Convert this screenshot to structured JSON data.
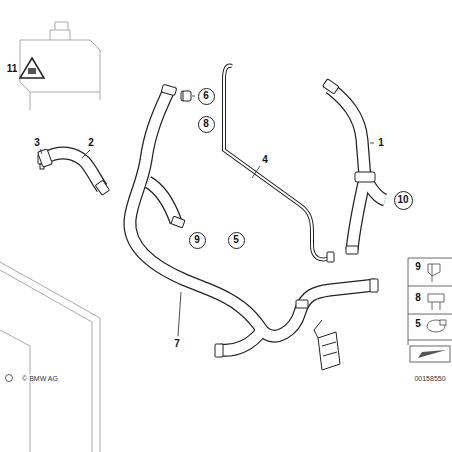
{
  "diagram": {
    "nodes": [
      {
        "text": [
          "6"
        ]
      },
      {
        "text": [
          "8"
        ]
      },
      {
        "text": [
          "10"
        ]
      },
      {
        "text": [
          "9"
        ]
      },
      {
        "text": [
          "5"
        ]
      }
    ],
    "edges": [],
    "labels": [
      "11",
      "3",
      "2",
      "1",
      "4",
      "7",
      "9",
      "8",
      "5",
      "© BMW AG",
      "00158550"
    ]
  }
}
